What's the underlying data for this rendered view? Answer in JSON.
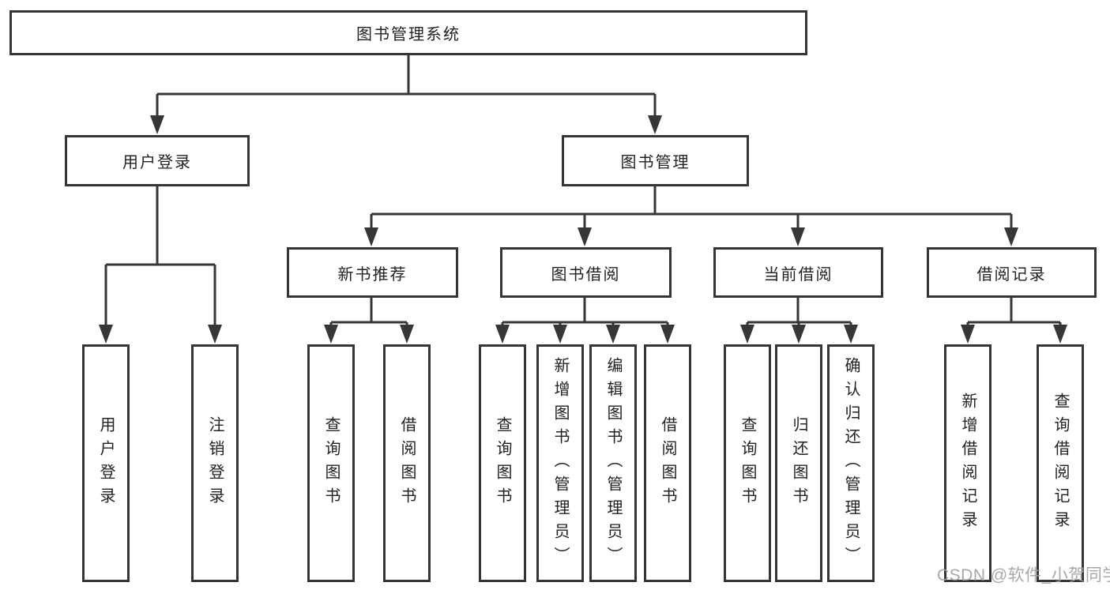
{
  "diagram": {
    "root": {
      "label": "图书管理系统"
    },
    "branches": [
      {
        "label": "用户登录",
        "children": [
          {
            "label": "用户登录"
          },
          {
            "label": "注销登录"
          }
        ]
      },
      {
        "label": "图书管理",
        "children": [
          {
            "label": "新书推荐",
            "children": [
              {
                "label": "查询图书"
              },
              {
                "label": "借阅图书"
              }
            ]
          },
          {
            "label": "图书借阅",
            "children": [
              {
                "label": "查询图书"
              },
              {
                "label": "新增图书（管理员）"
              },
              {
                "label": "编辑图书（管理员）"
              },
              {
                "label": "借阅图书"
              }
            ]
          },
          {
            "label": "当前借阅",
            "children": [
              {
                "label": "查询图书"
              },
              {
                "label": "归还图书"
              },
              {
                "label": "确认归还（管理员）"
              }
            ]
          },
          {
            "label": "借阅记录",
            "children": [
              {
                "label": "新增借阅记录"
              },
              {
                "label": "查询借阅记录"
              }
            ]
          }
        ]
      }
    ]
  },
  "watermark": "CSDN @软件_小贺同学",
  "colors": {
    "line": "#363636",
    "box_border": "#363636",
    "text": "#222222",
    "background": "#ffffff",
    "watermark": "#9e9e9e"
  }
}
